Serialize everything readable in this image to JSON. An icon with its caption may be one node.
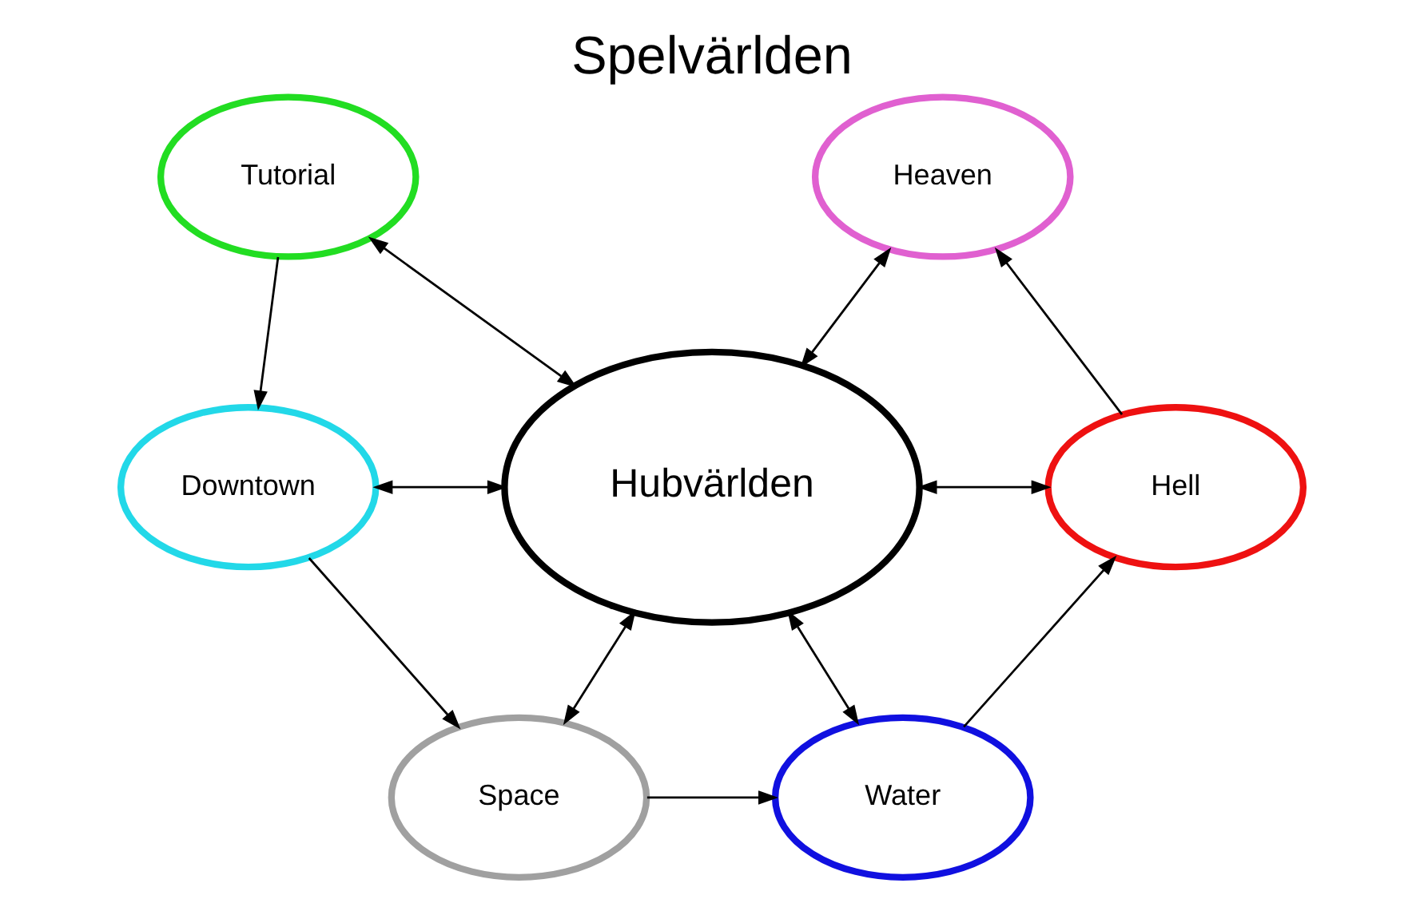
{
  "diagram": {
    "title": "Spelvärlden",
    "nodes": [
      {
        "text": [
          "Tutorial"
        ]
      },
      {
        "text": [
          "Heaven"
        ]
      },
      {
        "text": [
          "Hubvärlden"
        ]
      },
      {
        "text": [
          "Downtown"
        ]
      },
      {
        "text": [
          "Hell"
        ]
      },
      {
        "text": [
          "Space"
        ]
      },
      {
        "text": [
          "Water"
        ]
      }
    ],
    "edges": [
      {
        "from": 0,
        "to": 2,
        "arrow": "both"
      },
      {
        "from": 2,
        "to": 1,
        "arrow": "both"
      },
      {
        "from": 0,
        "to": 3,
        "arrow": "to"
      },
      {
        "from": 3,
        "to": 2,
        "arrow": "both"
      },
      {
        "from": 2,
        "to": 4,
        "arrow": "both"
      },
      {
        "from": 4,
        "to": 1,
        "arrow": "to"
      },
      {
        "from": 2,
        "to": 5,
        "arrow": "both"
      },
      {
        "from": 2,
        "to": 6,
        "arrow": "both"
      },
      {
        "from": 3,
        "to": 5,
        "arrow": "to"
      },
      {
        "from": 5,
        "to": 6,
        "arrow": "to"
      },
      {
        "from": 6,
        "to": 4,
        "arrow": "to"
      }
    ]
  }
}
